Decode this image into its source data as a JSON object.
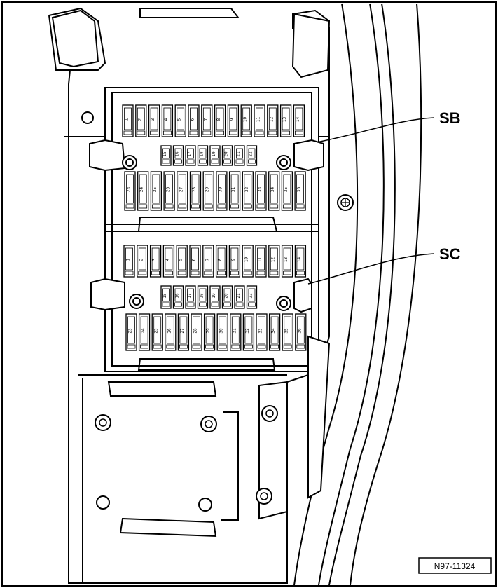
{
  "figure_id": "N97-11324",
  "callouts": {
    "sb": "SB",
    "sc": "SC"
  },
  "fuse_block_sb": {
    "top_row": [
      "1",
      "2",
      "3",
      "4",
      "5",
      "6",
      "7",
      "8",
      "9",
      "10",
      "11",
      "12",
      "13",
      "14"
    ],
    "middle_row": [
      "15",
      "16",
      "17",
      "18",
      "19",
      "20",
      "21",
      "22"
    ],
    "bottom_row": [
      "23",
      "24",
      "25",
      "26",
      "27",
      "28",
      "29",
      "30",
      "31",
      "32",
      "33",
      "34",
      "35",
      "36"
    ]
  },
  "fuse_block_sc": {
    "top_row": [
      "1",
      "2",
      "3",
      "4",
      "5",
      "6",
      "7",
      "8",
      "9",
      "10",
      "11",
      "12",
      "13",
      "14"
    ],
    "middle_row": [
      "15",
      "16",
      "17",
      "18",
      "19",
      "20",
      "21",
      "22"
    ],
    "bottom_row": [
      "23",
      "24",
      "25",
      "26",
      "27",
      "28",
      "29",
      "30",
      "31",
      "32",
      "33",
      "34",
      "35",
      "36"
    ]
  }
}
